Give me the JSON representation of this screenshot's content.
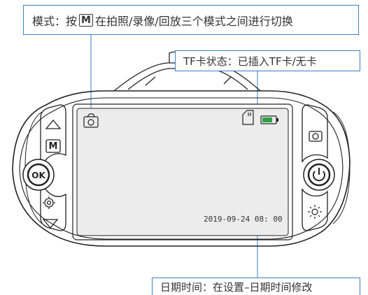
{
  "callouts": {
    "mode": {
      "prefix": "模式：按",
      "key": "M",
      "suffix": "在拍照/录像/回放三个模式之间进行切换"
    },
    "tf_card": "TF卡状态：已插入TF卡/无卡",
    "datetime": "日期时间：在设置–日期时间修改"
  },
  "screen": {
    "datetime": "2019-09-24  08: 00"
  },
  "buttons": {
    "ok": "OK",
    "m": "M"
  },
  "colors": {
    "callout_border": "#3b7fc4",
    "battery_fill": "#2e9e47",
    "device_outline": "#222222"
  }
}
